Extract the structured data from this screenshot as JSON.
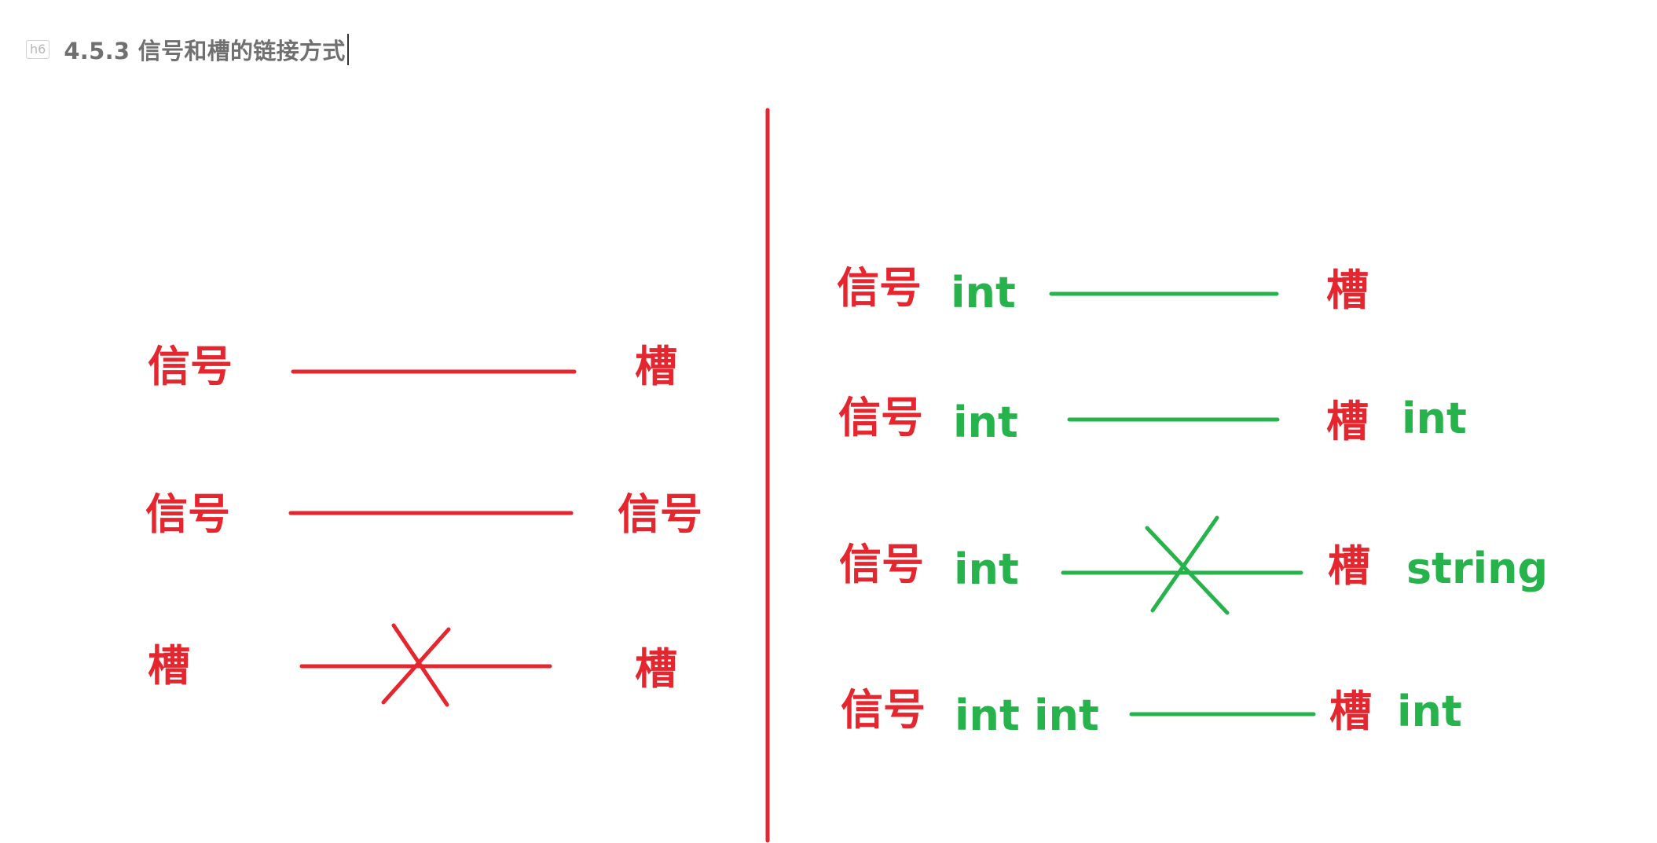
{
  "heading": {
    "level_badge": "h6",
    "title": "4.5.3 信号和槽的链接方式"
  },
  "diagram": {
    "colors": {
      "signal_slot_label": "#e6262e",
      "type_label": "#27b34b",
      "left_lines": "#e6262e",
      "right_lines": "#27b34b",
      "divider": "#e6262e"
    },
    "left_panel": {
      "rows": [
        {
          "from": "信号",
          "to": "槽",
          "connectable": true
        },
        {
          "from": "信号",
          "to": "信号",
          "connectable": true
        },
        {
          "from": "槽",
          "to": "槽",
          "connectable": false
        }
      ]
    },
    "right_panel": {
      "rows": [
        {
          "from": "信号",
          "from_types": [
            "int"
          ],
          "to": "槽",
          "to_types": [],
          "connectable": true
        },
        {
          "from": "信号",
          "from_types": [
            "int"
          ],
          "to": "槽",
          "to_types": [
            "int"
          ],
          "connectable": true
        },
        {
          "from": "信号",
          "from_types": [
            "int"
          ],
          "to": "槽",
          "to_types": [
            "string"
          ],
          "connectable": false
        },
        {
          "from": "信号",
          "from_types": [
            "int",
            "int"
          ],
          "to": "槽",
          "to_types": [
            "int"
          ],
          "connectable": true
        }
      ]
    }
  }
}
